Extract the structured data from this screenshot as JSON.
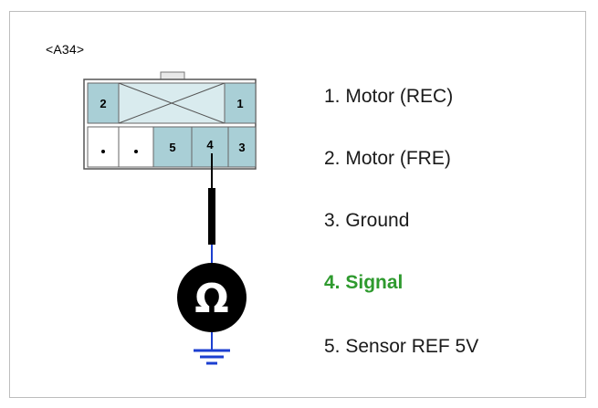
{
  "connector": {
    "id": "<A34>",
    "pins_top": [
      {
        "label": "2",
        "dot": false
      },
      {
        "label": "",
        "dot": false
      },
      {
        "label": "1",
        "dot": false
      }
    ],
    "pins_bottom": [
      {
        "label": "",
        "dot": true
      },
      {
        "label": "",
        "dot": true
      },
      {
        "label": "5",
        "dot": false
      },
      {
        "label": "4",
        "dot": false
      },
      {
        "label": "3",
        "dot": false
      }
    ],
    "probe_pin": "4"
  },
  "meter": {
    "symbol": "Ω",
    "icon": "ohmmeter-icon",
    "ground_icon": "ground-icon"
  },
  "legend": [
    {
      "text": "1. Motor (REC)",
      "highlight": false
    },
    {
      "text": "2. Motor (FRE)",
      "highlight": false
    },
    {
      "text": "3. Ground",
      "highlight": false
    },
    {
      "text": "4. Signal",
      "highlight": true
    },
    {
      "text": "5. Sensor REF 5V",
      "highlight": false
    }
  ],
  "colors": {
    "pin_fill": "#a9cfd6",
    "blank_fill": "#d9ebee",
    "lead_wire": "#000000",
    "ground_wire": "#1c3fd0",
    "highlight_text": "#2e9a2e"
  }
}
